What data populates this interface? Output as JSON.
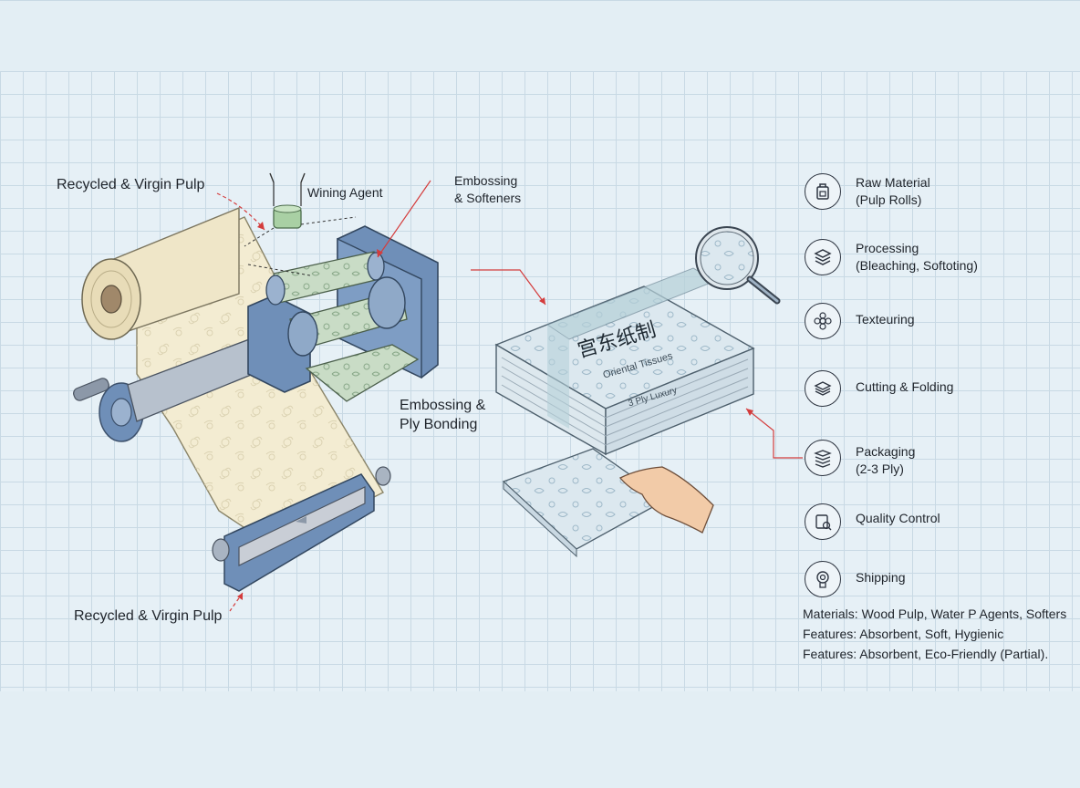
{
  "labels": {
    "pulp_top": "Recycled & Virgin Pulp",
    "wet_agent": "Wining Agent",
    "embossing_softeners": "Embossing\n& Softeners",
    "embossing_ply": "Embossing &\nPly Bonding",
    "pulp_bottom": "Recycled & Virgin Pulp"
  },
  "package": {
    "title": "宫东纸制",
    "subtitle": "Oriental Tissues",
    "ply_text": "3 Ply Luxury"
  },
  "steps": [
    {
      "icon": "raw-material-icon",
      "label": "Raw Material\n(Pulp Rolls)"
    },
    {
      "icon": "layers-icon",
      "label": "Processing\n(Bleaching, Softoting)"
    },
    {
      "icon": "flower-texture-icon",
      "label": "Texteuring"
    },
    {
      "icon": "stack-cut-icon",
      "label": "Cutting & Folding"
    },
    {
      "icon": "package-stack-icon",
      "label": "Packaging\n(2-3 Ply)"
    },
    {
      "icon": "quality-check-icon",
      "label": "Quality Control"
    },
    {
      "icon": "shipping-icon",
      "label": "Shipping"
    }
  ],
  "specs": [
    {
      "key": "Materials:",
      "value": " Wood Pulp, Water P Agents, Softers"
    },
    {
      "key": "Features:",
      "value": " Absorbent, Soft, Hygienic"
    },
    {
      "key": "Features:",
      "value": " Absorbent, Eco-Friendly (Partial)."
    }
  ],
  "colors": {
    "background": "#e3eef4",
    "grid": "#c8d9e4",
    "machine_blue": "#6f8fb8",
    "paper_cream": "#f4eed8",
    "pattern_green": "#b8cfb6",
    "arrow_red": "#d43c3c"
  }
}
